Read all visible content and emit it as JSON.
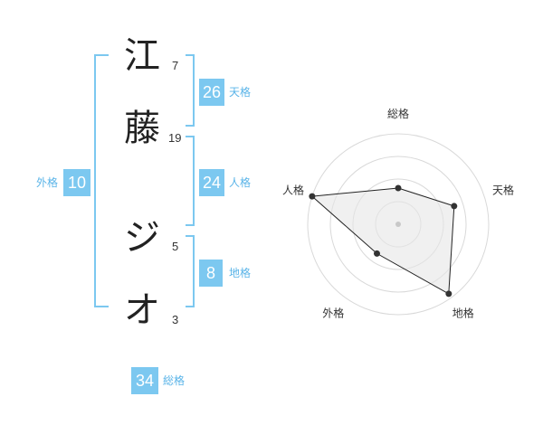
{
  "name": {
    "chars": [
      {
        "char": "江",
        "strokes": "7"
      },
      {
        "char": "藤",
        "strokes": "19"
      },
      {
        "char": "ジ",
        "strokes": "5"
      },
      {
        "char": "オ",
        "strokes": "3"
      }
    ]
  },
  "kaku": {
    "tenkaku": {
      "value": "26",
      "label": "天格"
    },
    "jinkaku": {
      "value": "24",
      "label": "人格"
    },
    "chikaku": {
      "value": "8",
      "label": "地格"
    },
    "gaikaku": {
      "value": "10",
      "label": "外格"
    },
    "soukaku": {
      "value": "34",
      "label": "総格"
    }
  },
  "colors": {
    "accent": "#7cc8f0",
    "accent_text": "#5ab4e8",
    "radar_fill": "#e6e6e6",
    "radar_line": "#222222"
  },
  "chart_data": {
    "type": "radar",
    "categories": [
      "総格",
      "天格",
      "地格",
      "外格",
      "人格"
    ],
    "values": [
      0.4,
      0.65,
      0.95,
      0.4,
      1.0
    ],
    "rings": 4,
    "grid": true
  }
}
